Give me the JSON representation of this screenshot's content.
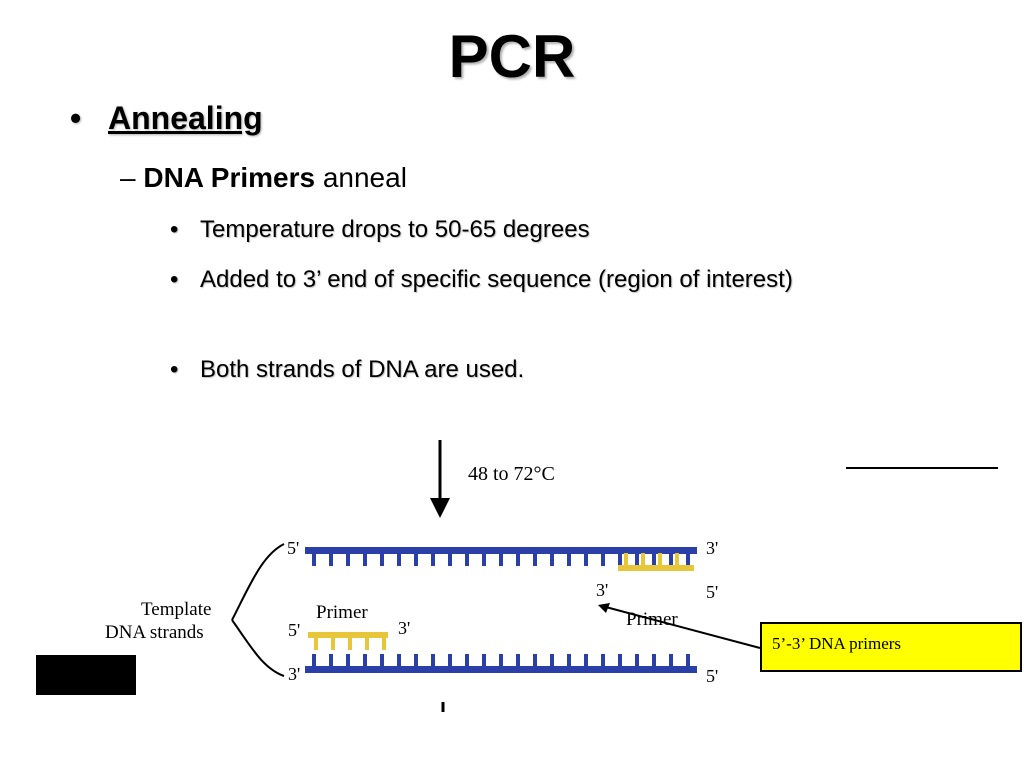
{
  "slide": {
    "title": "PCR",
    "bullet": "Annealing",
    "sub_bold": "DNA Primers",
    "sub_rest": " anneal",
    "points": [
      "Temperature drops to 50-65 degrees",
      "Added to 3’ end of specific sequence (region of interest)",
      "Both strands of DNA are used."
    ]
  },
  "diagram": {
    "temp_label": "48 to 72°C",
    "template_label_1": "Template",
    "template_label_2": "DNA strands",
    "primer_label_left": "Primer",
    "primer_label_right": "Primer",
    "top_left_end": "5'",
    "top_right_end": "3'",
    "right_primer_3": "3'",
    "right_primer_5": "5'",
    "left_primer_5": "5'",
    "left_primer_3": "3'",
    "bottom_left_end": "3'",
    "bottom_right_end": "5'",
    "strand_color": "#2b3fa8",
    "primer_color": "#e8c63a"
  },
  "callout": {
    "text": "5’-3’ DNA primers",
    "bg": "#ffff00"
  }
}
